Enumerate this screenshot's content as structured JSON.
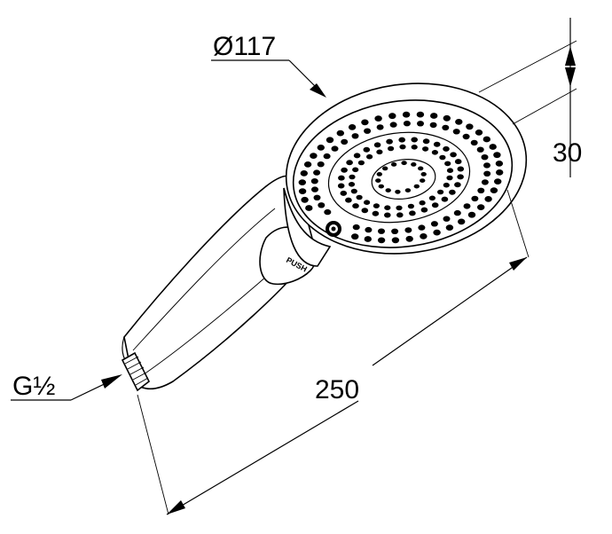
{
  "dimensions": {
    "diameter": "Ø117",
    "height": "30",
    "length": "250",
    "thread": "G½"
  },
  "button_label": "PUSH"
}
